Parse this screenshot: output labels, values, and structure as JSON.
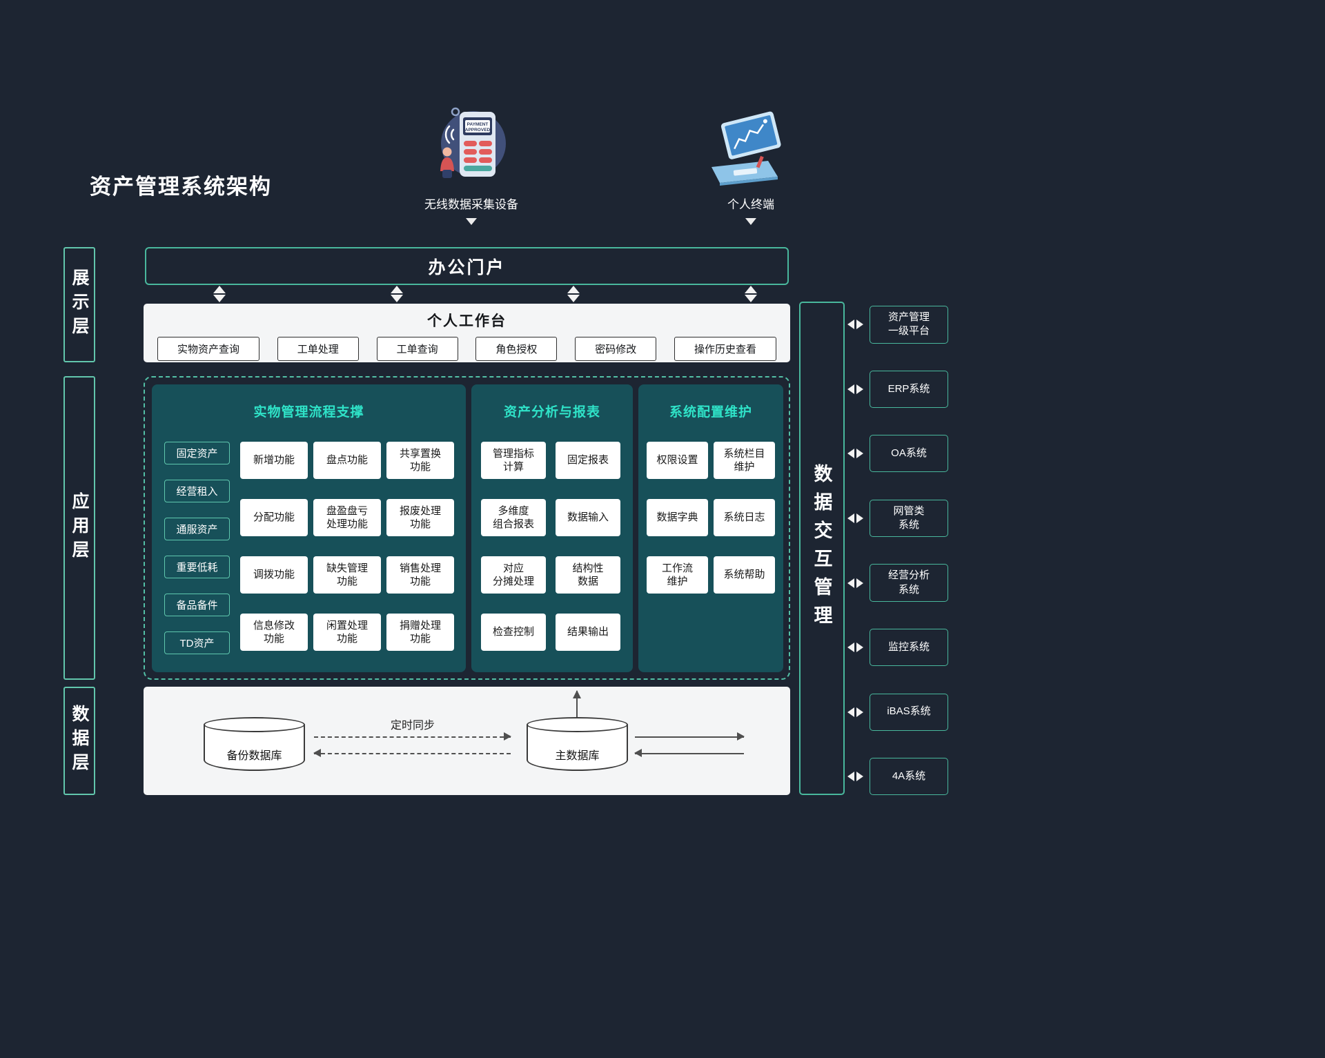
{
  "colors": {
    "background": "#1d2532",
    "accent_teal": "#49b89d",
    "panel_teal": "#17505a",
    "panel_heading_teal": "#2fe3c8",
    "card_white": "#f4f5f6",
    "button_red": "#e25b5b"
  },
  "header": {
    "title": "资产管理系统架构"
  },
  "devices": [
    {
      "label": "无线数据采集设备",
      "screen_text_line1": "PAYMENT",
      "screen_text_line2": "APPROVED"
    },
    {
      "label": "个人终端"
    }
  ],
  "layers": [
    {
      "label": "展示层"
    },
    {
      "label": "应用层"
    },
    {
      "label": "数据层"
    }
  ],
  "portal": {
    "title": "办公门户"
  },
  "workbench": {
    "title": "个人工作台",
    "items": [
      "实物资产查询",
      "工单处理",
      "工单查询",
      "角色授权",
      "密码修改",
      "操作历史查看"
    ]
  },
  "app_panels": [
    {
      "title": "实物管理流程支撑",
      "categories": [
        "固定资产",
        "经营租入",
        "通服资产",
        "重要低耗",
        "备品备件",
        "TD资产"
      ],
      "functions": [
        "新增功能",
        "盘点功能",
        "共享置换\n功能",
        "分配功能",
        "盘盈盘亏\n处理功能",
        "报废处理\n功能",
        "调拨功能",
        "缺失管理\n功能",
        "销售处理\n功能",
        "信息修改\n功能",
        "闲置处理\n功能",
        "捐赠处理\n功能"
      ]
    },
    {
      "title": "资产分析与报表",
      "functions": [
        "管理指标\n计算",
        "固定报表",
        "多维度\n组合报表",
        "数据输入",
        "对应\n分摊处理",
        "结构性\n数据",
        "检查控制",
        "结果输出"
      ]
    },
    {
      "title": "系统配置维护",
      "functions": [
        "权限设置",
        "系统栏目\n维护",
        "数据字典",
        "系统日志",
        "工作流\n维护",
        "系统帮助"
      ]
    }
  ],
  "data_layer": {
    "backup_db": "备份数据库",
    "main_db": "主数据库",
    "sync_label": "定时同步"
  },
  "hub": {
    "title": "数据交互管理"
  },
  "external_systems": [
    "资产管理\n一级平台",
    "ERP系统",
    "OA系统",
    "网管类\n系统",
    "经营分析\n系统",
    "监控系统",
    "iBAS系统",
    "4A系统"
  ]
}
